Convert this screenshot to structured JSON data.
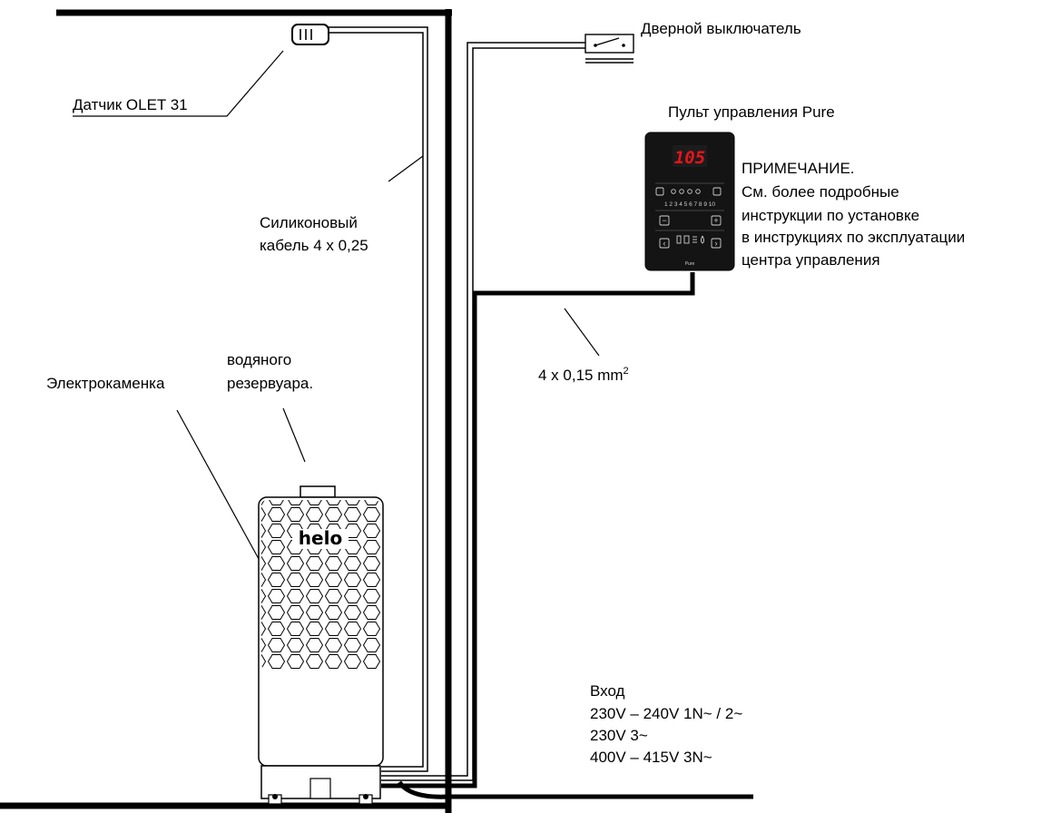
{
  "labels": {
    "sensor": "Датчик  OLET 31",
    "door_switch": "Дверной выключатель",
    "control_panel_title": "Пульт управления Pure",
    "note_title": "ПРИМЕЧАНИЕ.",
    "note_lines": [
      "См. более подробные",
      "инструкции по установке",
      "в инструкциях по эксплуатации",
      "центра управления"
    ],
    "silicone_cable_lines": [
      "Силиконовый",
      "кабель 4 x 0,25"
    ],
    "water_tank_lines": [
      "водяного",
      "резервуара."
    ],
    "heater": "Электрокаменка",
    "panel_cable": "4 x 0,15 mm",
    "panel_cable_sup": "2",
    "input_lines": [
      "Вход",
      "230V – 240V 1N~ / 2~",
      "230V 3~",
      "400V – 415V 3N~"
    ]
  },
  "control_panel": {
    "display_value": "105",
    "numbers_row": "1 2 3 4 5 6 7 8 9 10",
    "minus_label": "−",
    "plus_label": "+",
    "prev_label": "‹",
    "next_label": "›",
    "brand": "Pure"
  },
  "heater": {
    "brand": "helo"
  },
  "colors": {
    "line": "#000000",
    "panel_body": "#141414",
    "display": "#e8141b",
    "heater_body": "#ffffff"
  }
}
